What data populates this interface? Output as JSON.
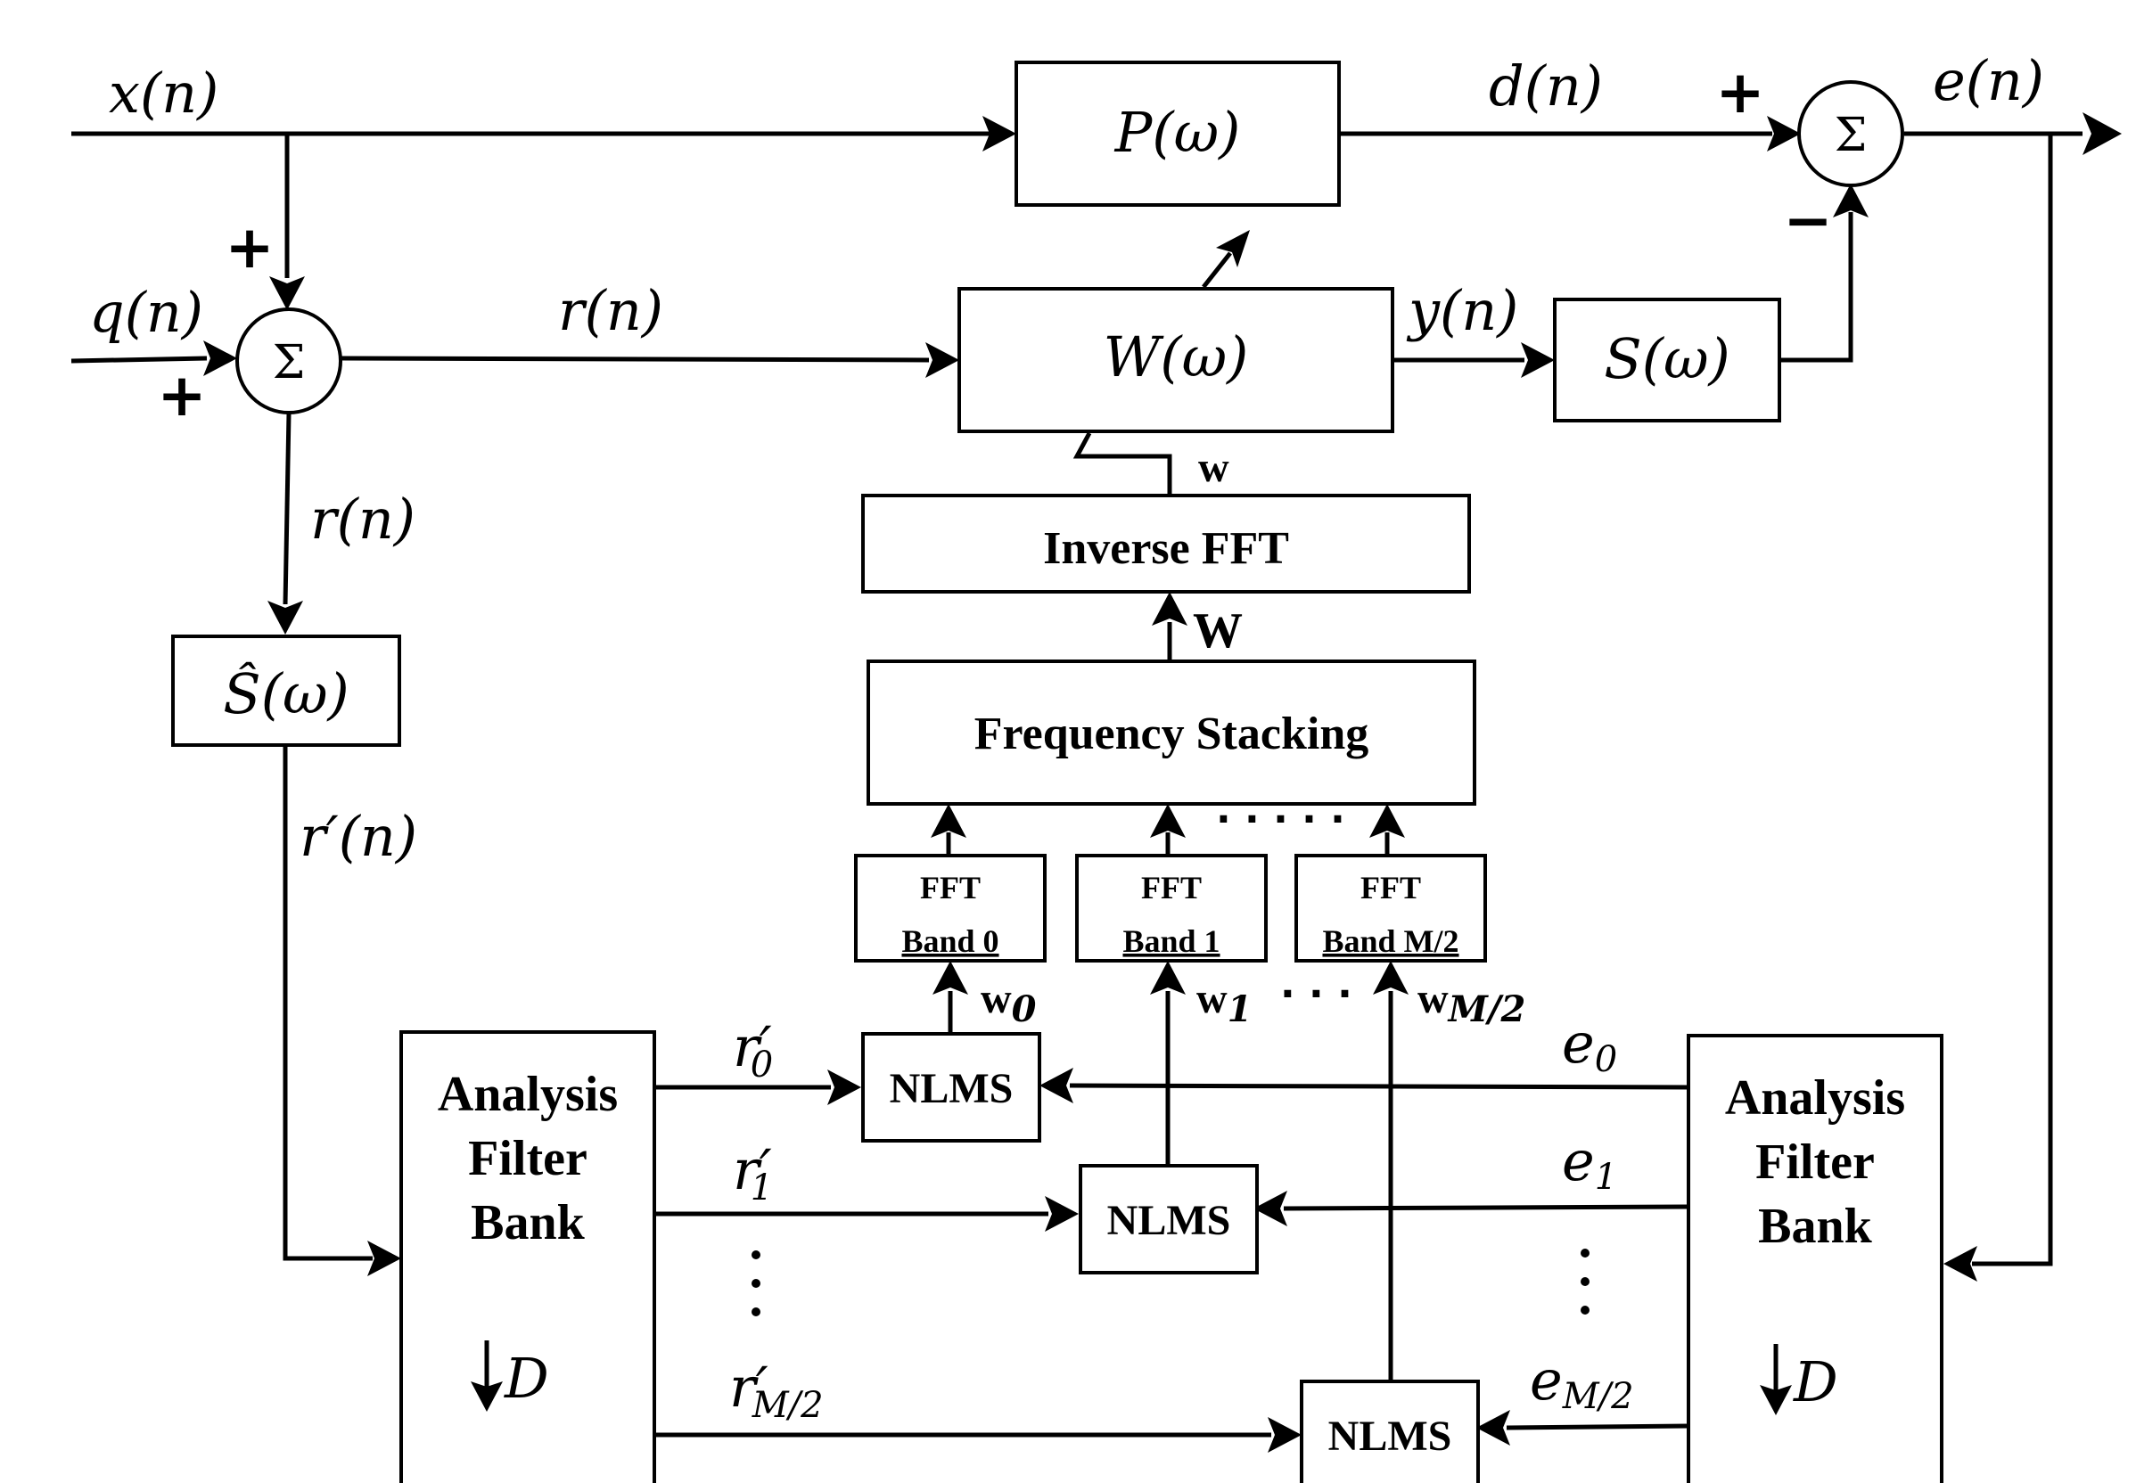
{
  "signals": {
    "x": "x(n)",
    "d": "d(n)",
    "e": "e(n)",
    "q": "q(n)",
    "r_top": "r(n)",
    "r_left": "r(n)",
    "y": "y(n)",
    "r_prime": "r′(n)",
    "w_small": "w",
    "W_big": "W",
    "w0": "w",
    "w0_sub": "0",
    "w1": "w",
    "w1_sub": "1",
    "wM": "w",
    "wM_sub": "M/2",
    "r0": "r′",
    "r0_sub": "0",
    "r1": "r′",
    "r1_sub": "1",
    "rM": "r′",
    "rM_sub": "M/2",
    "e0": "e",
    "e0_sub": "0",
    "e1": "e",
    "e1_sub": "1",
    "eM": "e",
    "eM_sub": "M/2"
  },
  "signs": {
    "plus_d": "+",
    "minus_y": "−",
    "plus_x": "+",
    "plus_q": "+"
  },
  "sum_symbol": "Σ",
  "blocks": {
    "P": "P(ω)",
    "W": "W(ω)",
    "S": "S(ω)",
    "S_hat": "Ŝ(ω)",
    "inverse_fft": "Inverse FFT",
    "freq_stacking": "Frequency Stacking",
    "fft0_line1": "FFT",
    "fft0_line2": "Band 0",
    "fft1_line1": "FFT",
    "fft1_line2": "Band 1",
    "fftM_line1": "FFT",
    "fftM_line2": "Band M/2",
    "nlms0": "NLMS",
    "nlms1": "NLMS",
    "nlmsM": "NLMS",
    "afb_left": [
      "Analysis",
      "Filter",
      "Bank"
    ],
    "afb_right": [
      "Analysis",
      "Filter",
      "Bank"
    ],
    "downsample": "D"
  },
  "ellipses": {
    "fft_row": "· · · · ·",
    "w_row": "· · ·"
  }
}
